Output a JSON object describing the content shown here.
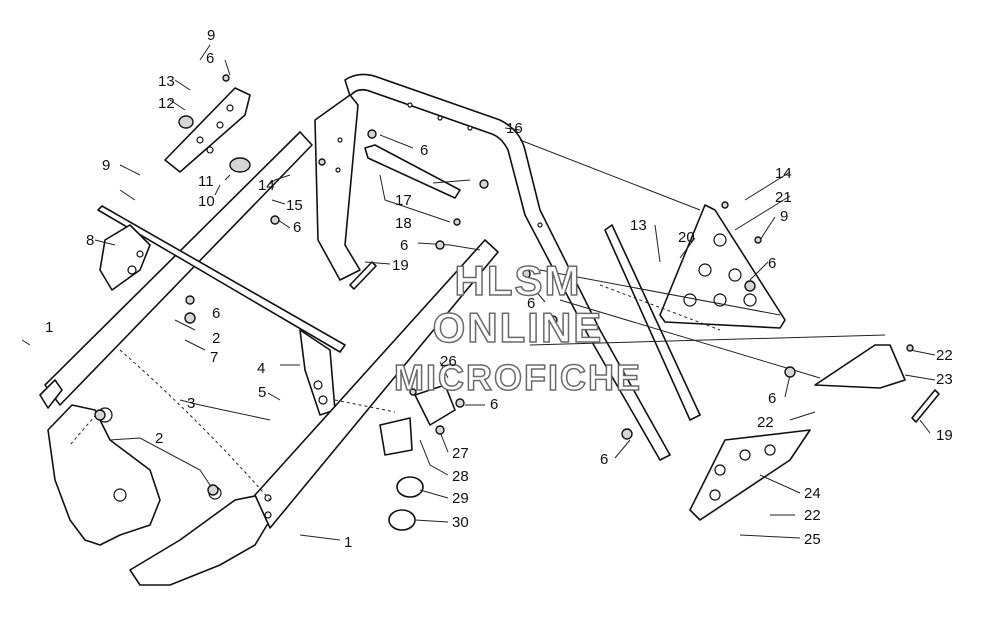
{
  "watermark": {
    "line1": "HLSM",
    "line2": "ONLINE",
    "line3": "MICROFICHE"
  },
  "callouts": {
    "c1a": "1",
    "c1b": "1",
    "c2a": "2",
    "c2b": "2",
    "c3": "3",
    "c4": "4",
    "c5": "5",
    "c6a": "6",
    "c6b": "6",
    "c6c": "6",
    "c6d": "6",
    "c6e": "6",
    "c6f": "6",
    "c6g": "6",
    "c6h": "6",
    "c6i": "6",
    "c6j": "6",
    "c7": "7",
    "c8": "8",
    "c9a": "9",
    "c9b": "9",
    "c9c": "9",
    "c10": "10",
    "c11": "11",
    "c12": "12",
    "c13a": "13",
    "c13b": "13",
    "c14a": "14",
    "c14b": "14",
    "c15": "15",
    "c16": "16",
    "c17": "17",
    "c18": "18",
    "c19a": "19",
    "c19b": "19",
    "c20": "20",
    "c21": "21",
    "c22a": "22",
    "c22b": "22",
    "c22c": "22",
    "c23": "23",
    "c24": "24",
    "c25": "25",
    "c26": "26",
    "c27": "27",
    "c28": "28",
    "c29": "29",
    "c30": "30"
  }
}
